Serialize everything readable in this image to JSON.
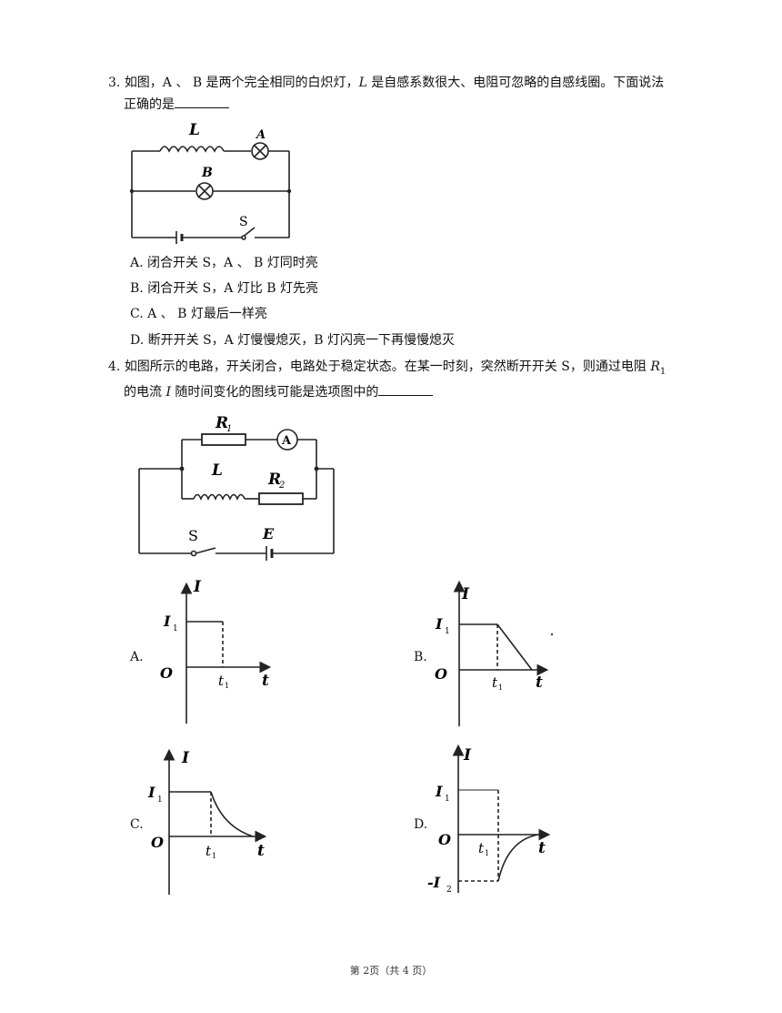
{
  "q3": {
    "number": "3.",
    "stem_a": "如图，A 、 B 是两个完全相同的白炽灯，",
    "stem_L": "L",
    "stem_b": " 是自感系数很大、电阻可忽略的自感线圈。下面说法",
    "stem_c": "正确的是",
    "circuit": {
      "inductor": "L",
      "lamp_a": "A",
      "lamp_b": "B",
      "switch": "S"
    },
    "options": [
      "A. 闭合开关 S，A 、 B 灯同时亮",
      "B. 闭合开关 S，A 灯比 B 灯先亮",
      "C. A 、 B 灯最后一样亮",
      "D. 断开开关 S，A 灯慢慢熄灭，B 灯闪亮一下再慢慢熄灭"
    ]
  },
  "q4": {
    "number": "4.",
    "stem_a": "如图所示的电路，开关闭合，电路处于稳定状态。在某一时刻，突然断开开关 S，则通过电阻 ",
    "stem_R": "R",
    "stem_R_sub": "1",
    "stem_b": "的电流 ",
    "stem_I": "I",
    "stem_c": " 随时间变化的图线可能是选项图中的",
    "circuit": {
      "r1": "R",
      "r1_sub": "1",
      "ammeter": "A",
      "inductor": "L",
      "r2": "R",
      "r2_sub": "2",
      "switch": "S",
      "emf": "E"
    },
    "graphs": {
      "I": "I",
      "t": "t",
      "O": "O",
      "I1": "I",
      "I1_sub": "1",
      "t1": "t",
      "t1_sub": "1",
      "neg_I2": "-I",
      "neg_I2_sub": "2",
      "labels": [
        "A.",
        "B.",
        "C.",
        "D."
      ]
    }
  },
  "footer": "第 2页（共 4 页）"
}
